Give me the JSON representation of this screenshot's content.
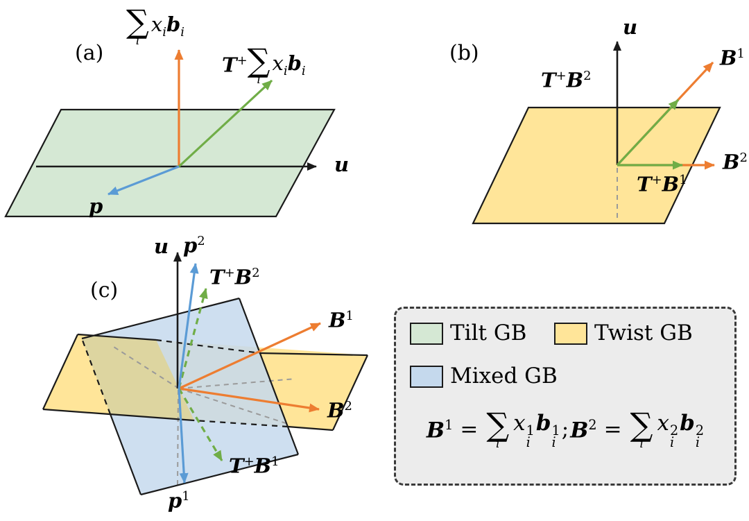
{
  "colors": {
    "tilt": "#d5e8d4",
    "twist": "#ffe599",
    "mixed": "#c5d9ed",
    "overlap": "#ddd5a0",
    "arrow_orange": "#ed7d31",
    "arrow_green": "#70ad47",
    "arrow_blue": "#5b9bd5",
    "axis_black": "#1a1a1a",
    "legend_bg": "#ececec",
    "dash_gray": "#9a9a9a"
  },
  "panel_a": {
    "tag": "(a)",
    "axis_u": "u",
    "p_label": "p",
    "sum": {
      "sigma": "∑",
      "index": "i",
      "x": "x",
      "x_sub": "i",
      "b": "b",
      "b_sub": "i"
    },
    "t_sum": {
      "T": "T",
      "plus": "+",
      "sigma": "∑",
      "index": "i",
      "x": "x",
      "x_sub": "i",
      "b": "b",
      "b_sub": "i"
    }
  },
  "panel_b": {
    "tag": "(b)",
    "axis_u": "u",
    "B1": {
      "base": "B",
      "sup": "1"
    },
    "B2": {
      "base": "B",
      "sup": "2"
    },
    "TB2": {
      "T": "T",
      "plus": "+",
      "base": "B",
      "sup": "2"
    },
    "TB1": {
      "T": "T",
      "plus": "+",
      "base": "B",
      "sup": "1"
    }
  },
  "panel_c": {
    "tag": "(c)",
    "axis_u": "u",
    "p2": {
      "base": "p",
      "sup": "2"
    },
    "p1": {
      "base": "p",
      "sup": "1"
    },
    "B1": {
      "base": "B",
      "sup": "1"
    },
    "B2": {
      "base": "B",
      "sup": "2"
    },
    "TB2": {
      "T": "T",
      "plus": "+",
      "base": "B",
      "sup": "2"
    },
    "TB1": {
      "T": "T",
      "plus": "+",
      "base": "B",
      "sup": "1"
    }
  },
  "legend": {
    "items": [
      {
        "label": "Tilt GB"
      },
      {
        "label": "Twist GB"
      },
      {
        "label": "Mixed GB"
      }
    ],
    "equation": {
      "lhs1": {
        "base": "B",
        "sup": "1"
      },
      "eq1": "=",
      "sum1": {
        "sigma": "∑",
        "index": "i"
      },
      "x1": {
        "base": "x",
        "sup": "1",
        "sub": "i"
      },
      "b1": {
        "base": "b",
        "sup": "1",
        "sub": "i"
      },
      "sep": ";",
      "lhs2": {
        "base": "B",
        "sup": "2"
      },
      "eq2": "=",
      "sum2": {
        "sigma": "∑",
        "index": "i"
      },
      "x2": {
        "base": "x",
        "sup": "2",
        "sub": "i"
      },
      "b2": {
        "base": "b",
        "sup": "2",
        "sub": "i"
      }
    }
  }
}
